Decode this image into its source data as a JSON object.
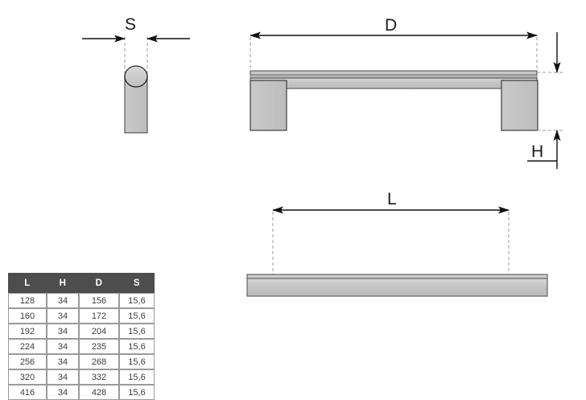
{
  "drawing": {
    "title_parts": [
      "S",
      "D",
      "H",
      "L"
    ],
    "labels": {
      "s": "S",
      "d": "D",
      "h": "H",
      "l": "L"
    },
    "colors": {
      "metal_fill": "#c0c0c0",
      "metal_fill_light": "#cfcfcf",
      "metal_fill_dark": "#b0b0b0",
      "outline": "#3c3c3c",
      "dimension_line": "#111111",
      "extension_line": "#9b9b9b",
      "table_header_bg": "#4d4d4d",
      "table_header_text": "#ffffff",
      "table_border": "#9a9a9a",
      "table_text": "#3d3d3d"
    },
    "views": {
      "section_s": "section-view-post-width",
      "front_d": "front-view-handle",
      "top_l": "top-view-bar"
    }
  },
  "table": {
    "headers": [
      "L",
      "H",
      "D",
      "S"
    ],
    "rows": [
      [
        "128",
        "34",
        "156",
        "15,6"
      ],
      [
        "160",
        "34",
        "172",
        "15,6"
      ],
      [
        "192",
        "34",
        "204",
        "15,6"
      ],
      [
        "224",
        "34",
        "235",
        "15,6"
      ],
      [
        "256",
        "34",
        "268",
        "15,6"
      ],
      [
        "320",
        "34",
        "332",
        "15,6"
      ],
      [
        "416",
        "34",
        "428",
        "15,6"
      ]
    ]
  }
}
